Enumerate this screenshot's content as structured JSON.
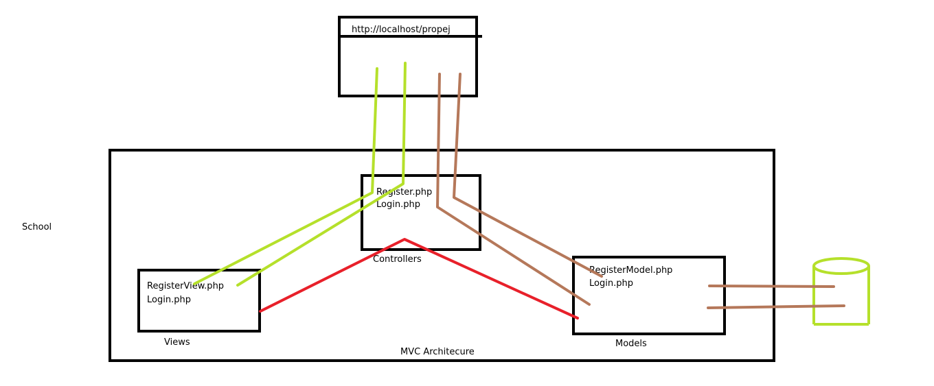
{
  "browser": {
    "url": "http://localhost/propej"
  },
  "outside_label": "School",
  "architecture": {
    "label": "MVC Architecure"
  },
  "controllers": {
    "files": [
      "Register.php",
      "Login.php"
    ],
    "label": "Controllers"
  },
  "views": {
    "files": [
      "RegisterView.php",
      "Login.php"
    ],
    "label": "Views"
  },
  "models": {
    "files": [
      "RegisterModel.php",
      "Login.php"
    ],
    "label": "Models"
  },
  "colors": {
    "box_stroke": "#000000",
    "green_line": "#b5e02b",
    "brown_line": "#b5785a",
    "red_line": "#e8202a",
    "database_stroke": "#b5e02b"
  }
}
